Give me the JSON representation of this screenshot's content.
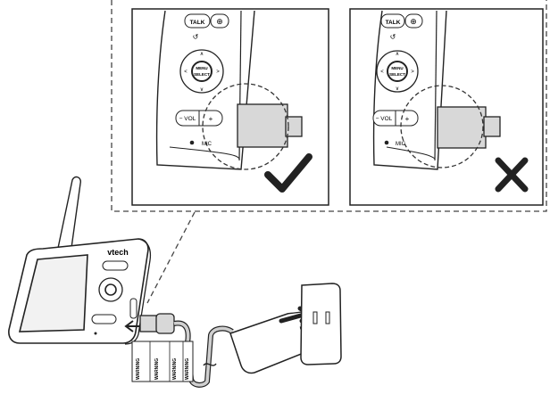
{
  "insets": [
    {
      "result": "correct",
      "mark_icon": "checkmark-icon",
      "buttons": {
        "talk": "TALK",
        "menu": "MENU",
        "select": "SELECT",
        "vol_minus": "− VOL",
        "vol_plus": "+",
        "mic": "MIC"
      }
    },
    {
      "result": "incorrect",
      "mark_icon": "cross-icon",
      "buttons": {
        "talk": "TALK",
        "menu": "MENU",
        "select": "SELECT",
        "vol_minus": "− VOL",
        "vol_plus": "+",
        "mic": "MIC"
      }
    }
  ],
  "device": {
    "brand": "vtech"
  },
  "labels": {
    "warning": "WARNING"
  },
  "colors": {
    "line": "#222222",
    "cable": "#cfcfcf",
    "mark": "#222222",
    "background": "#ffffff"
  }
}
